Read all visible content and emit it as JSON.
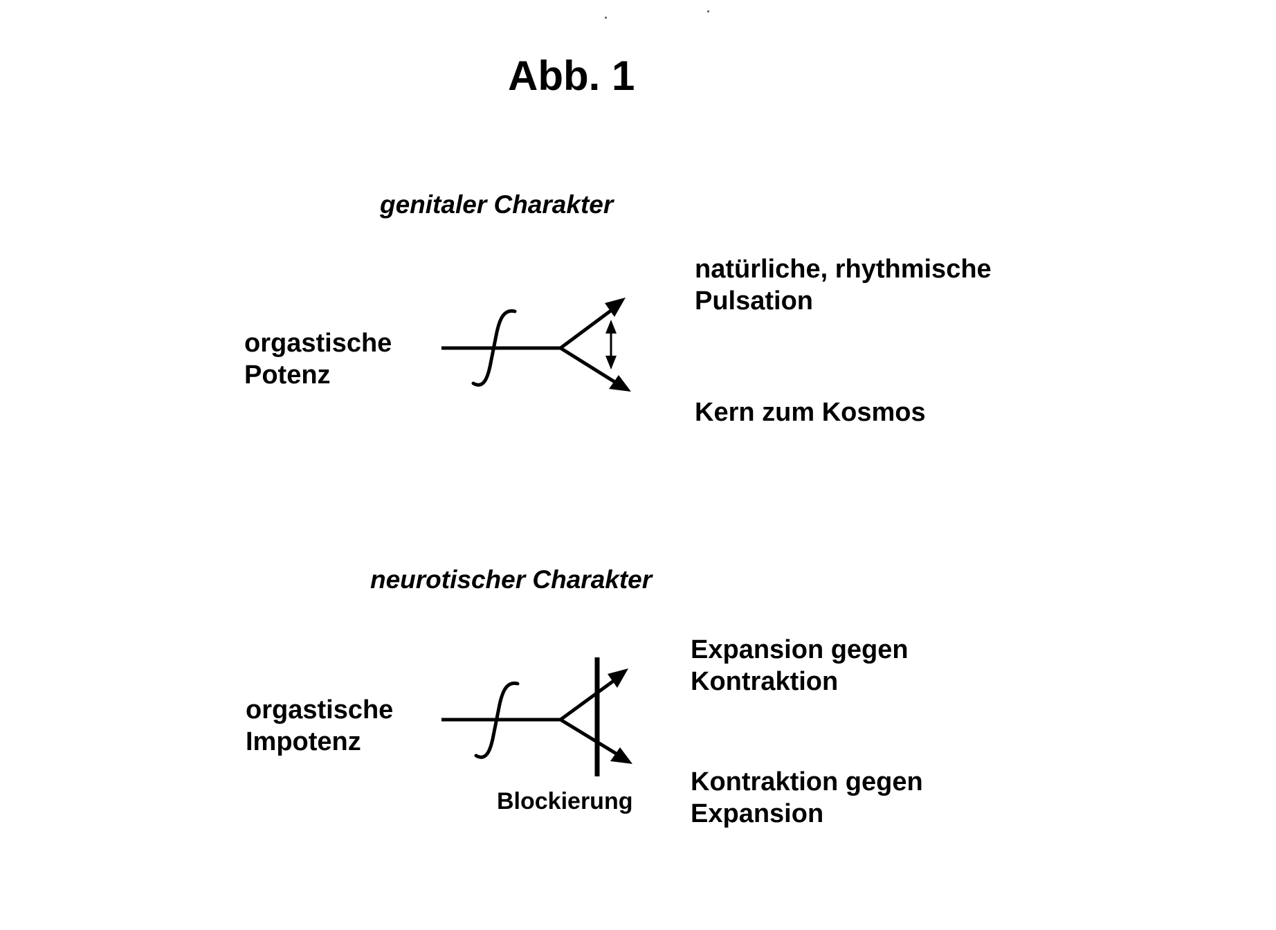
{
  "figure": {
    "title": "Abb. 1"
  },
  "genital": {
    "heading": "genitaler Charakter",
    "left_label": [
      "orgastische",
      "Potenz"
    ],
    "top_right_label": [
      "natürliche, rhythmische",
      "Pulsation"
    ],
    "bottom_right_label": [
      "Kern zum Kosmos"
    ]
  },
  "neurotic": {
    "heading": "neurotischer Charakter",
    "left_label": [
      "orgastische",
      "Impotenz"
    ],
    "top_right_label": [
      "Expansion gegen",
      "Kontraktion"
    ],
    "bottom_right_label": [
      "Kontraktion gegen",
      "Expansion"
    ],
    "block_label": "Blockierung"
  }
}
